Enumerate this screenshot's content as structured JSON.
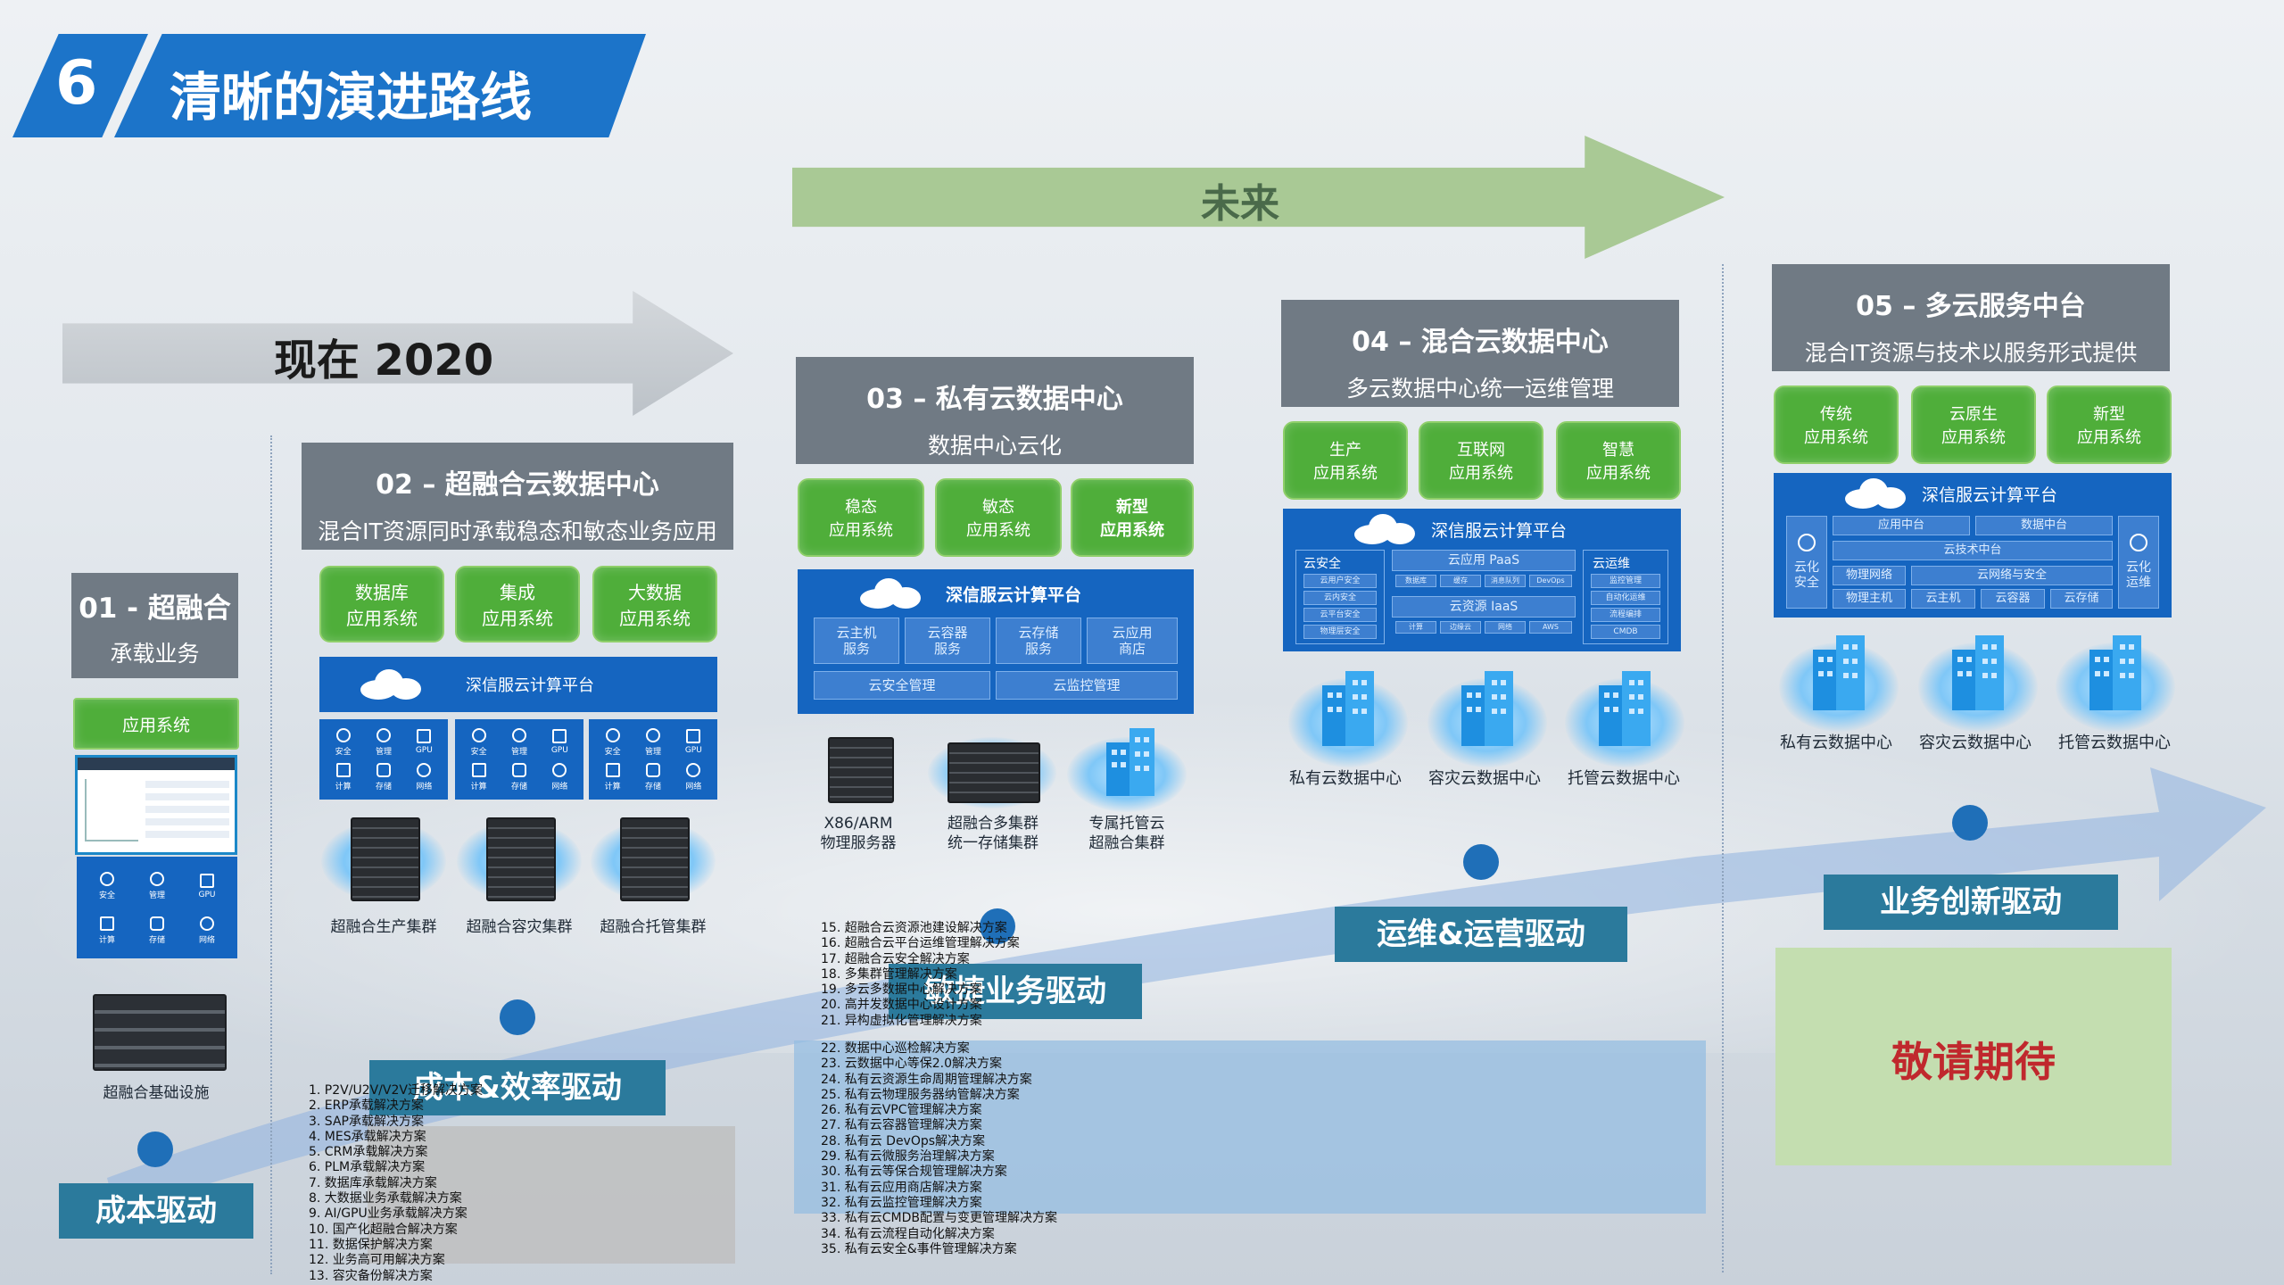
{
  "title": {
    "number": "6",
    "text": "清晰的演进路线"
  },
  "arrows": {
    "future": "未来",
    "now": "现在 2020"
  },
  "stage01": {
    "title": "01 - 超融合",
    "subtitle": "承载业务",
    "app": "应用系统",
    "icons": [
      "安全",
      "管理",
      "GPU",
      "计算",
      "存储",
      "网络"
    ],
    "caption": "超融合基础设施"
  },
  "stage02": {
    "title": "02 – 超融合云数据中心",
    "subtitle": "混合IT资源同时承载稳态和敏态业务应用",
    "apps": [
      [
        "数据库",
        "应用系统"
      ],
      [
        "集成",
        "应用系统"
      ],
      [
        "大数据",
        "应用系统"
      ]
    ],
    "platform": "深信服云计算平台",
    "icons": [
      "安全",
      "管理",
      "GPU",
      "计算",
      "存储",
      "网络"
    ],
    "clusters": [
      "超融合生产集群",
      "超融合容灾集群",
      "超融合托管集群"
    ]
  },
  "stage03": {
    "title": "03 – 私有云数据中心",
    "subtitle": "数据中心云化",
    "apps": [
      [
        "稳态",
        "应用系统"
      ],
      [
        "敏态",
        "应用系统"
      ],
      [
        "新型",
        "应用系统"
      ]
    ],
    "platform": "深信服云计算平台",
    "services": [
      [
        "云主机",
        "服务"
      ],
      [
        "云容器",
        "服务"
      ],
      [
        "云存储",
        "服务"
      ],
      [
        "云应用",
        "商店"
      ]
    ],
    "mgmt": [
      "云安全管理",
      "云监控管理"
    ],
    "infra": [
      [
        "X86/ARM",
        "物理服务器"
      ],
      [
        "超融合多集群",
        "统一存储集群"
      ],
      [
        "专属托管云",
        "超融合集群"
      ]
    ]
  },
  "stage04": {
    "title": "04 –  混合云数据中心",
    "subtitle": "多云数据中心统一运维管理",
    "apps": [
      [
        "生产",
        "应用系统"
      ],
      [
        "互联网",
        "应用系统"
      ],
      [
        "智慧",
        "应用系统"
      ]
    ],
    "platform": "深信服云计算平台",
    "left_title": "云安全",
    "left_items": [
      "云用户安全",
      "云内安全",
      "云平台安全",
      "物理层安全"
    ],
    "paas": "云应用 PaaS",
    "paas_items": [
      "数据库",
      "缓存",
      "消息队列",
      "DevOps"
    ],
    "iaas": "云资源 IaaS",
    "iaas_items": [
      "计算",
      "边缘云",
      "网络",
      "AWS"
    ],
    "right_title": "云运维",
    "right_items": [
      "监控管理",
      "自动化运维",
      "流程编排",
      "CMDB"
    ],
    "datacenters": [
      "私有云数据中心",
      "容灾云数据中心",
      "托管云数据中心"
    ]
  },
  "stage05": {
    "title": "05 – 多云服务中台",
    "subtitle": "混合IT资源与技术以服务形式提供",
    "apps": [
      [
        "传统",
        "应用系统"
      ],
      [
        "云原生",
        "应用系统"
      ],
      [
        "新型",
        "应用系统"
      ]
    ],
    "platform": "深信服云计算平台",
    "left": [
      "云化",
      "安全"
    ],
    "right": [
      "云化",
      "运维"
    ],
    "row1": [
      "应用中台",
      "数据中台"
    ],
    "row2": "云技术中台",
    "row3": [
      "物理网络",
      "云网络与安全"
    ],
    "row4": [
      "物理主机",
      "云主机",
      "云容器",
      "云存储"
    ],
    "datacenters": [
      "私有云数据中心",
      "容灾云数据中心",
      "托管云数据中心"
    ],
    "placeholder": "敬请期待"
  },
  "drivers": [
    "成本驱动",
    "成本&效率驱动",
    "敏捷业务驱动",
    "运维&运营驱动",
    "业务创新驱动"
  ],
  "solutions_a": [
    "1.     P2V/U2V/V2V迁移解决方案",
    "2.     ERP承载解决方案",
    "3.     SAP承载解决方案",
    "4.     MES承载解决方案",
    "5.     CRM承载解决方案",
    "6.     PLM承载解决方案",
    "7.     数据库承载解决方案",
    "8.     大数据业务承载解决方案",
    "9.     AI/GPU业务承载解决方案",
    "10.    国产化超融合解决方案",
    "11.    数据保护解决方案",
    "12.    业务高可用解决方案",
    "13.    容灾备份解决方案"
  ],
  "solutions_b": [
    "15.    超融合云资源池建设解决方案",
    "16.    超融合云平台运维管理解决方案",
    "17.    超融合云安全解决方案",
    "18.    多集群管理解决方案",
    "19.    多云多数据中心解决方案",
    "20.    高并发数据中心设计方案",
    "21.    异构虚拟化管理解决方案"
  ],
  "solutions_c": [
    "22.    数据中心巡检解决方案",
    "23.    云数据中心等保2.0解决方案",
    "24.    私有云资源生命周期管理解决方案",
    "25.    私有云物理服务器纳管解决方案",
    "26.    私有云VPC管理解决方案",
    "27.    私有云容器管理解决方案",
    "28.    私有云 DevOps解决方案",
    "29.    私有云微服务治理解决方案",
    "30.    私有云等保合规管理解决方案",
    "31.    私有云应用商店解决方案",
    "32.    私有云监控管理解决方案",
    "33.    私有云CMDB配置与变更管理解决方案",
    "34.    私有云流程自动化解决方案",
    "35.    私有云安全&事件管理解决方案"
  ],
  "colors": {
    "brand_blue": "#1c74c9",
    "green": "#4fae3a",
    "gray": "#707a84",
    "driver": "#2b7a9c",
    "placeholder_text": "#c0282d"
  }
}
